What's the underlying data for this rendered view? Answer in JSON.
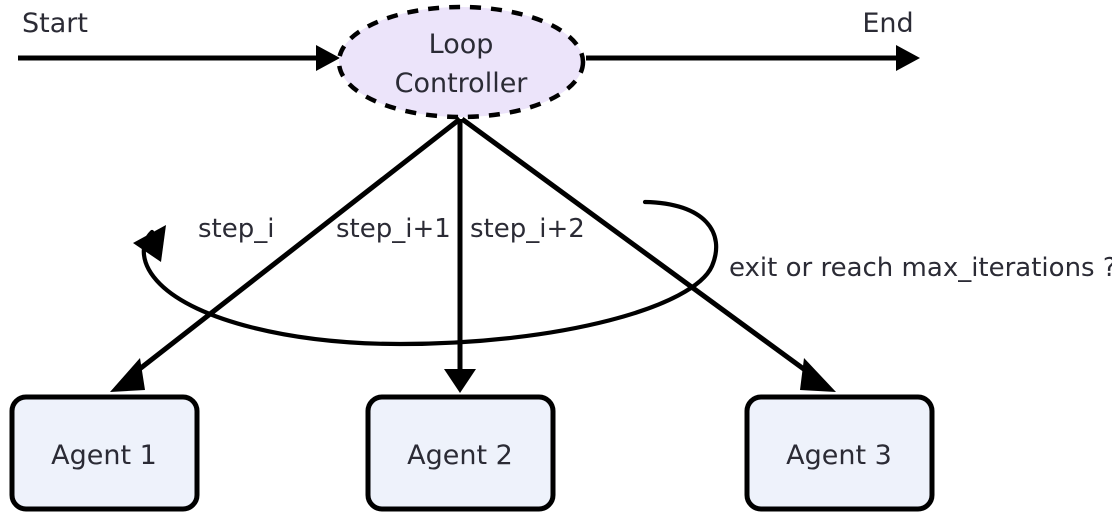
{
  "diagram": {
    "title_visible": false,
    "background_color": "#ffffff",
    "line_color": "#000000",
    "text_color": "#2b2b35",
    "endpoints": {
      "start_label": "Start",
      "end_label": "End"
    },
    "controller": {
      "label_line1": "Loop",
      "label_line2": "Controller",
      "fill_color": "#ece4fa",
      "border_color": "#000000",
      "border_style": "dashed",
      "shape": "ellipse"
    },
    "edge_labels": {
      "step_i": "step_i",
      "step_i_plus_1": "step_i+1",
      "step_i_plus_2": "step_i+2",
      "loop_condition": "exit or reach max_iterations ?"
    },
    "agents": [
      {
        "label": "Agent 1",
        "fill_color": "#eef2fb",
        "border_color": "#000000"
      },
      {
        "label": "Agent 2",
        "fill_color": "#eef2fb",
        "border_color": "#000000"
      },
      {
        "label": "Agent 3",
        "fill_color": "#eef2fb",
        "border_color": "#000000"
      }
    ],
    "icons": {
      "arrow_right": "arrow-right-icon",
      "arrow_down": "arrow-down-icon",
      "loop_back": "loop-back-arrow-icon"
    }
  }
}
